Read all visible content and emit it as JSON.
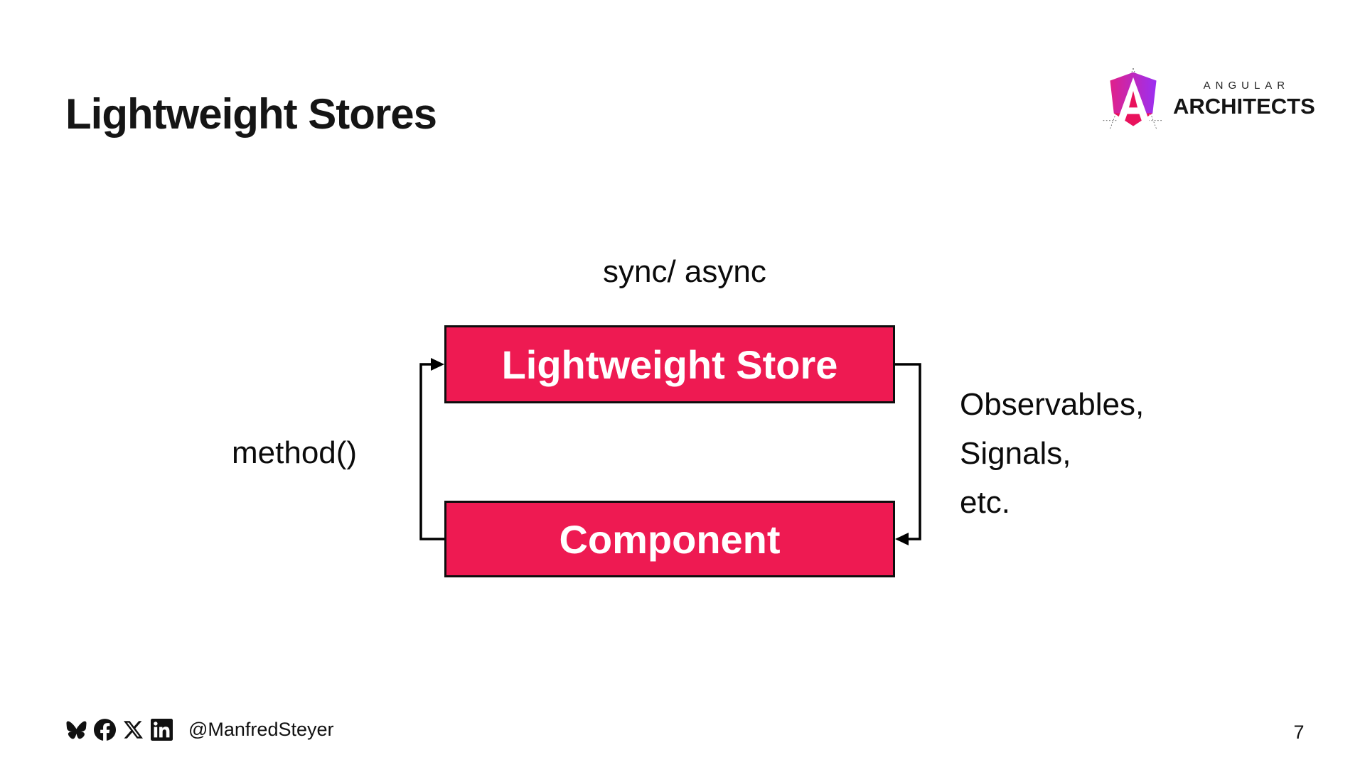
{
  "slide": {
    "title": "Lightweight Stores",
    "page_number": "7"
  },
  "logo": {
    "brand_top": "ANGULAR",
    "brand_bottom": "ARCHITECTS",
    "gradient_from": "#E0218A",
    "gradient_to": "#9B2FF2",
    "accent": "#E9125C",
    "icon": "angular-architects-shield-icon"
  },
  "diagram": {
    "top_label": "sync/ async",
    "store_box_label": "Lightweight Store",
    "component_box_label": "Component",
    "left_label": "method()",
    "right_label_lines": [
      "Observables,",
      "Signals,",
      "etc."
    ],
    "box_color": "#EE1A52",
    "box_border_color": "#0d0d0d",
    "box_text_color": "#ffffff",
    "line_color": "#000000"
  },
  "footer": {
    "handle": "@ManfredSteyer",
    "icons": [
      "bluesky-icon",
      "facebook-icon",
      "x-icon",
      "linkedin-icon"
    ],
    "icon_color": "#111111"
  }
}
